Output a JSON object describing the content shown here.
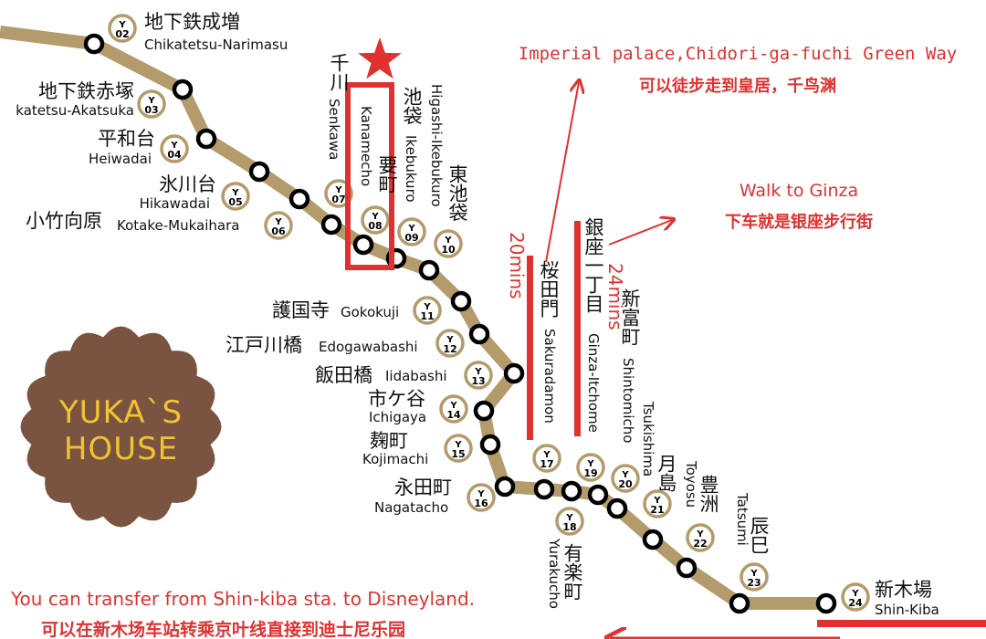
{
  "line_color": "#b39b6c",
  "accent_color": "#e0312f",
  "stations": [
    {
      "code": "02",
      "jp": "地下鉄成増",
      "en": "Chikatetsu-Narimasu"
    },
    {
      "code": "03",
      "jp": "地下鉄赤塚",
      "en": "katetsu-Akatsuka"
    },
    {
      "code": "04",
      "jp": "平和台",
      "en": "Heiwadai"
    },
    {
      "code": "05",
      "jp": "氷川台",
      "en": "Hikawadai"
    },
    {
      "code": "06",
      "jp": "小竹向原",
      "en": "Kotake-Mukaihara"
    },
    {
      "code": "07",
      "jp": "千川",
      "en": "Senkawa"
    },
    {
      "code": "08",
      "jp": "要町",
      "en": "Kanamecho"
    },
    {
      "code": "09",
      "jp": "池袋",
      "en": "Ikebukuro"
    },
    {
      "code": "10",
      "jp": "東池袋",
      "en": "Higashi-Ikebukuro"
    },
    {
      "code": "11",
      "jp": "護国寺",
      "en": "Gokokuji"
    },
    {
      "code": "12",
      "jp": "江戸川橋",
      "en": "Edogawabashi"
    },
    {
      "code": "13",
      "jp": "飯田橋",
      "en": "Iidabashi"
    },
    {
      "code": "14",
      "jp": "市ケ谷",
      "en": "Ichigaya"
    },
    {
      "code": "15",
      "jp": "麹町",
      "en": "Kojimachi"
    },
    {
      "code": "16",
      "jp": "永田町",
      "en": "Nagatacho"
    },
    {
      "code": "17",
      "jp": "桜田門",
      "en": "Sakuradamon"
    },
    {
      "code": "18",
      "jp": "有楽町",
      "en": "Yurakucho"
    },
    {
      "code": "19",
      "jp": "銀座一丁目",
      "en": "Ginza-Itchome"
    },
    {
      "code": "20",
      "jp": "新富町",
      "en": "Shintomicho"
    },
    {
      "code": "21",
      "jp": "月島",
      "en": "Tsukishima"
    },
    {
      "code": "22",
      "jp": "豊洲",
      "en": "Toyosu"
    },
    {
      "code": "23",
      "jp": "辰巳",
      "en": "Tatsumi"
    },
    {
      "code": "24",
      "jp": "新木場",
      "en": "Shin-Kiba"
    }
  ],
  "line_letter": "Y",
  "house": {
    "line1": "YUKA`S",
    "line2": "HOUSE"
  },
  "notes": {
    "palace_en": "Imperial palace,Chidori-ga-fuchi Green Way",
    "palace_cn": "可以徒步走到皇居，千鸟渊",
    "ginza_en": "Walk to Ginza",
    "ginza_cn": "下车就是银座步行街",
    "time_20": "20mins",
    "time_24": "24mins",
    "disney_en": "You can transfer from Shin-kiba sta. to  Disneyland.",
    "disney_cn": "可以在新木场车站转乘京叶线直接到迪士尼乐园"
  }
}
